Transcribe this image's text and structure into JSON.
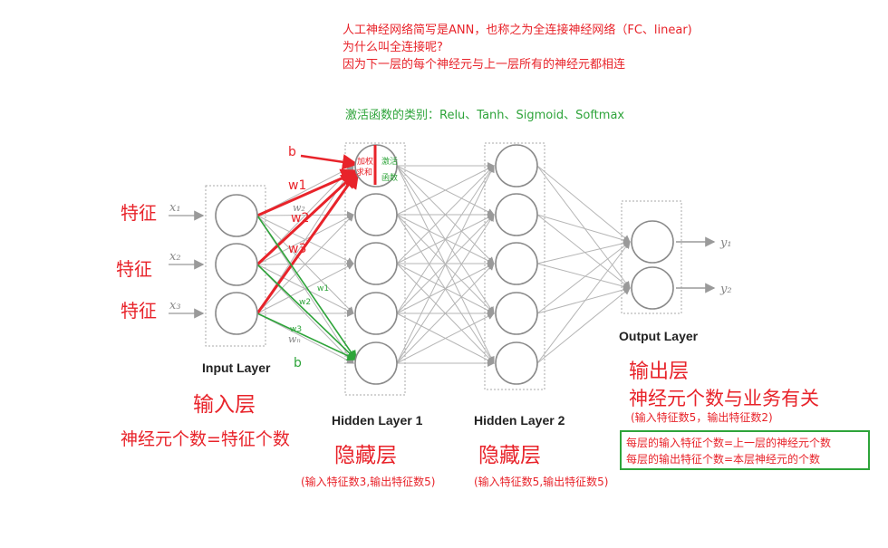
{
  "intro": {
    "line1": "人工神经网络简写是ANN，也称之为全连接神经网络（FC、linear)",
    "line2": "为什么叫全连接呢?",
    "line3": "因为下一层的每个神经元与上一层所有的神经元都相连"
  },
  "activation_note": "激活函数的类别：Relu、Tanh、Sigmoid、Softmax",
  "input_features": {
    "label": "特征",
    "x_labels": [
      "x₁",
      "x₂",
      "x₃"
    ]
  },
  "neuron_split": {
    "left": [
      "加权",
      "求和"
    ],
    "right": [
      "激活",
      "函数"
    ]
  },
  "weights": {
    "bias_top": "b",
    "bias_bottom": "b",
    "red": [
      "w1",
      "w2",
      "w3"
    ],
    "small_green": [
      "w1",
      "w2",
      "w3"
    ],
    "gray": [
      "w₁",
      "w₂",
      "wₙ"
    ]
  },
  "layers": {
    "input": {
      "title": "Input Layer",
      "cn": "输入层",
      "note": "神经元个数=特征个数",
      "neurons": 3
    },
    "hidden1": {
      "title": "Hidden Layer 1",
      "cn": "隐藏层",
      "note": "(输入特征数3,输出特征数5)",
      "neurons": 5
    },
    "hidden2": {
      "title": "Hidden Layer 2",
      "cn": "隐藏层",
      "note": "(输入特征数5,输出特征数5)",
      "neurons": 5
    },
    "output": {
      "title": "Output Layer",
      "cn": "输出层",
      "note1": "神经元个数与业务有关",
      "note2": "(输入特征数5，输出特征数2)",
      "neurons": 2,
      "y_labels": [
        "y₁",
        "y₂"
      ]
    }
  },
  "rule_box": {
    "line1": "每层的输入特征个数=上一层的神经元个数",
    "line2": "每层的输出特征个数=本层神经元的个数"
  },
  "colors": {
    "red": "#e8232a",
    "green": "#2ea43a",
    "gray": "#888888"
  }
}
